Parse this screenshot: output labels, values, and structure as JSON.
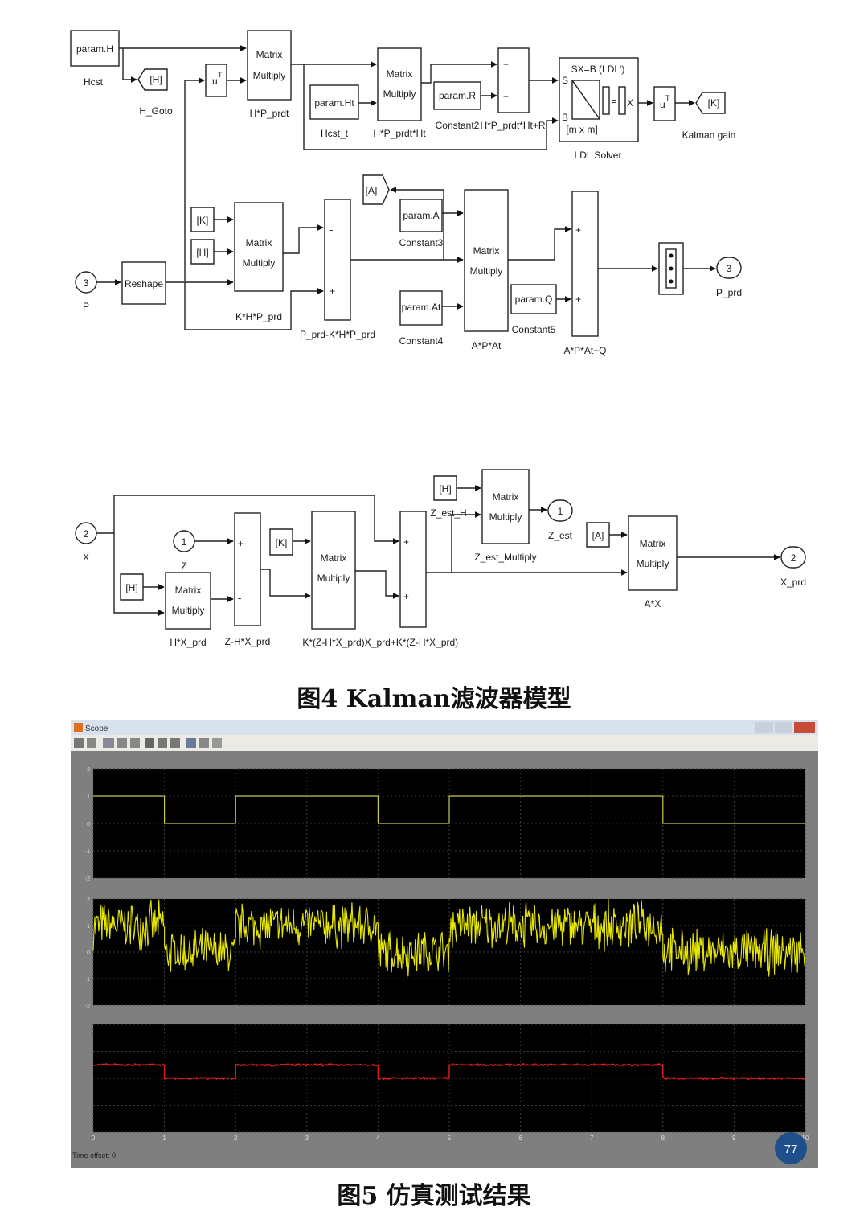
{
  "fig4": {
    "caption": "图4   Kalman滤波器模型",
    "upper": {
      "param_h": "param.H",
      "hcst": "Hcst",
      "h_goto_tag": "[H]",
      "h_goto": "H_Goto",
      "transpose_u": "u",
      "transpose_t": "T",
      "mm1_l1": "Matrix",
      "mm1_l2": "Multiply",
      "mm1_name": "H*P_prdt",
      "mm2_l1": "Matrix",
      "mm2_l2": "Multiply",
      "mm2_name": "H*P_prdt*Ht",
      "param_ht": "param.Ht",
      "hcst_t": "Hcst_t",
      "param_r": "param.R",
      "constant2": "Constant2",
      "sum1_name": "H*P_prdt*Ht+R",
      "plus": "+",
      "ldl_title": "SX=B (LDL')",
      "ldl_s": "S",
      "ldl_b": "B",
      "ldl_x": "X",
      "ldl_eq": "=",
      "ldl_dims": "[m x m]",
      "ldl_name": "LDL Solver",
      "transpose2_u": "u",
      "transpose2_t": "T",
      "k_tag": "[K]",
      "kalman_gain": "Kalman gain",
      "k_from": "[K]",
      "h_from": "[H]",
      "mm3_l1": "Matrix",
      "mm3_l2": "Multiply",
      "mm3_name": "K*H*P_prd",
      "in3_num": "3",
      "in3_label": "P",
      "reshape": "Reshape",
      "minus": "-",
      "sum2_name": "P_prd-K*H*P_prd",
      "a_goto": "[A]",
      "param_a": "param.A",
      "constant3": "Constant3",
      "param_at": "param.At",
      "constant4": "Constant4",
      "mm4_l1": "Matrix",
      "mm4_l2": "Multiply",
      "mm4_name": "A*P*At",
      "param_q": "param.Q",
      "constant5": "Constant5",
      "sum3_name": "A*P*At+Q",
      "out3_num": "3",
      "out3_label": "P_prd"
    },
    "lower": {
      "in2_num": "2",
      "in2_label": "X",
      "in1_num": "1",
      "in1_label": "Z",
      "h_from": "[H]",
      "mm5_l1": "Matrix",
      "mm5_l2": "Multiply",
      "mm5_name": "H*X_prd",
      "sum4_name": "Z-H*X_prd",
      "k_from": "[K]",
      "mm6_l1": "Matrix",
      "mm6_l2": "Multiply",
      "mm6_name": "K*(Z-H*X_prd)",
      "sum5_name": "X_prd+K*(Z-H*X_prd)",
      "h_from2": "[H]",
      "z_est_h": "Z_est_H",
      "mm7_l1": "Matrix",
      "mm7_l2": "Multiply",
      "mm7_name": "Z_est_Multiply",
      "out1_num": "1",
      "out1_label": "Z_est",
      "a_from": "[A]",
      "mm8_l1": "Matrix",
      "mm8_l2": "Multiply",
      "mm8_name": "A*X",
      "out2_num": "2",
      "out2_label": "X_prd",
      "plus": "+",
      "minus": "-"
    }
  },
  "fig5": {
    "caption": "图5   仿真测试结果",
    "window_title": "Scope",
    "status": "Time offset:  0",
    "badge": "77",
    "x_ticks": [
      "0",
      "1",
      "2",
      "3",
      "4",
      "5",
      "6",
      "7",
      "8",
      "9",
      "10"
    ],
    "chart_data": [
      {
        "type": "line",
        "title": "",
        "x": [
          0,
          1,
          1,
          2,
          2,
          4,
          4,
          5,
          5,
          8,
          8,
          10
        ],
        "series": [
          {
            "values": [
              1,
              1,
              0,
              0,
              1,
              1,
              0,
              0,
              1,
              1,
              0,
              0
            ],
            "color": "#c8c850"
          }
        ],
        "xlim": [
          0,
          10
        ],
        "ylim": [
          -2,
          2
        ],
        "y_ticks": [
          "2",
          "1",
          "0",
          "-1",
          "-2"
        ],
        "grid": true
      },
      {
        "type": "line",
        "title": "",
        "segments": [
          [
            0,
            1,
            1
          ],
          [
            1,
            2,
            0
          ],
          [
            2,
            4,
            1
          ],
          [
            4,
            5,
            0
          ],
          [
            5,
            8,
            1
          ],
          [
            8,
            10,
            0
          ]
        ],
        "noise_amplitude": 1.0,
        "series": [
          {
            "values": [
              1,
              0,
              1,
              0,
              1,
              0
            ],
            "color": "#e8e800"
          }
        ],
        "xlim": [
          0,
          10
        ],
        "ylim": [
          -2,
          2
        ],
        "y_ticks": [
          "2",
          "1",
          "0",
          "-1",
          "-2"
        ],
        "grid": true
      },
      {
        "type": "line",
        "title": "",
        "segments": [
          [
            0,
            1,
            1
          ],
          [
            1,
            2,
            0
          ],
          [
            2,
            4,
            1
          ],
          [
            4,
            5,
            0
          ],
          [
            5,
            8,
            1
          ],
          [
            8,
            10,
            0
          ]
        ],
        "noise_amplitude": 0.1,
        "series": [
          {
            "values": [
              1,
              0,
              1,
              0,
              1,
              0
            ],
            "color": "#e02020"
          }
        ],
        "xlim": [
          0,
          10
        ],
        "ylim": [
          -4,
          4
        ],
        "y_ticks": [],
        "grid": true
      }
    ]
  }
}
